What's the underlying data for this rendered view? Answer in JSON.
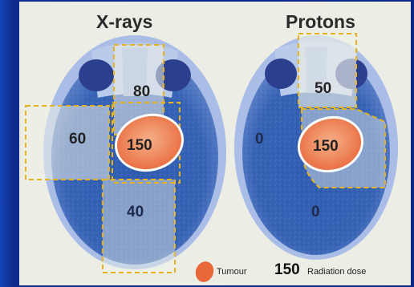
{
  "titles": {
    "left": "X-rays",
    "right": "Protons"
  },
  "xray": {
    "top": "80",
    "left": "60",
    "center": "150",
    "bottom": "40"
  },
  "proton": {
    "top": "50",
    "left": "0",
    "center": "150",
    "bottom": "0"
  },
  "legend": {
    "tumour_label": "Tumour",
    "dose_value": "150",
    "dose_label": "Radiation dose"
  },
  "colors": {
    "tumour": "#e8683a",
    "beam_outline": "#e6b422",
    "brain": "#3a64b4"
  }
}
